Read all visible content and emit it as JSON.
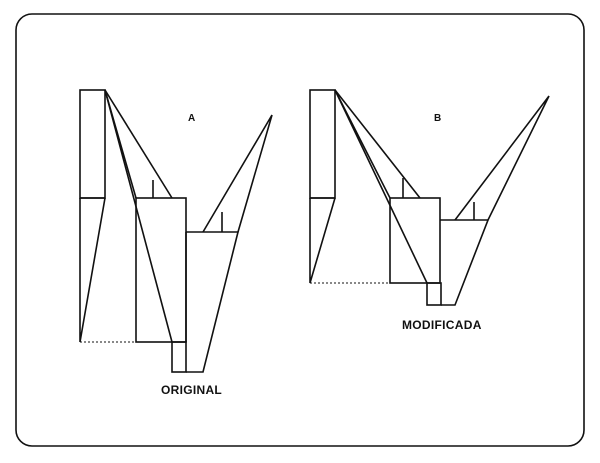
{
  "diagram": {
    "labels": {
      "a": "A",
      "b": "B",
      "original": "ORIGINAL",
      "modificada": "MODIFICADA"
    },
    "colors": {
      "stroke": "#111111",
      "background": "#ffffff"
    }
  }
}
